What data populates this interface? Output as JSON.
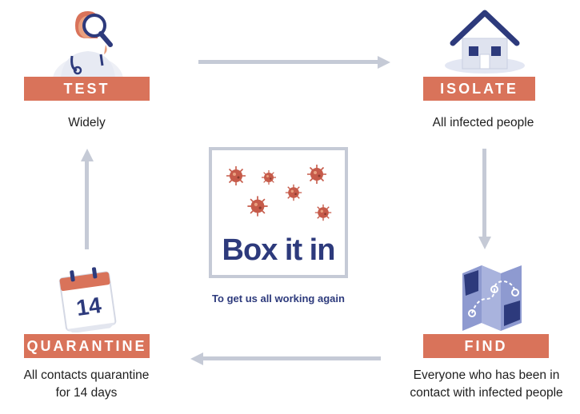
{
  "steps": {
    "test": {
      "label": "TEST",
      "description": "Widely"
    },
    "isolate": {
      "label": "ISOLATE",
      "description": "All infected people"
    },
    "find": {
      "label": "FIND",
      "description_line1": "Everyone who has been in",
      "description_line2": "contact with infected people"
    },
    "quarantine": {
      "label": "QUARANTINE",
      "description_line1": "All contacts quarantine",
      "description_line2": "for 14 days",
      "calendar_day": "14"
    }
  },
  "center": {
    "title": "Box it in",
    "caption": "To get us all working again"
  },
  "colors": {
    "label_bg": "#d9735a",
    "navy": "#2d3a7c",
    "arrow": "#c5cad6",
    "virus": "#c65b4a"
  },
  "icons": [
    "doctor-with-magnifier-icon",
    "house-icon",
    "map-icon",
    "calendar-icon",
    "virus-icon"
  ]
}
